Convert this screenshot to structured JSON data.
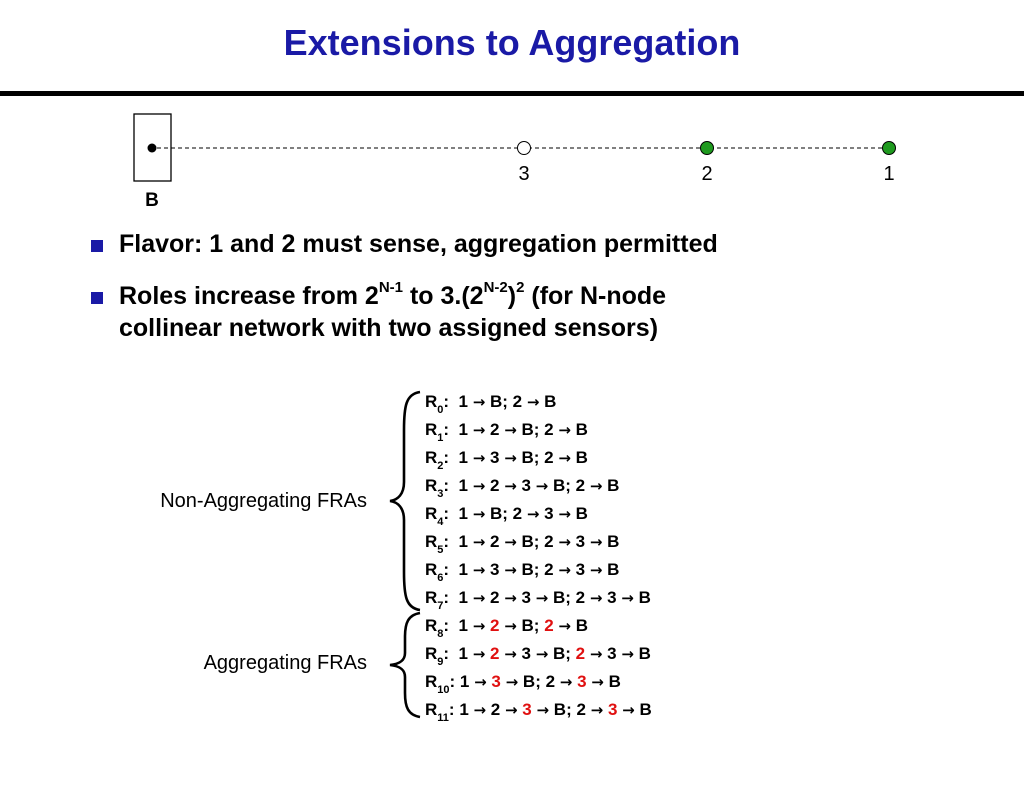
{
  "title": "Extensions to Aggregation",
  "diagram": {
    "base_label": "B",
    "nodes": [
      {
        "label": "3",
        "filled": false
      },
      {
        "label": "2",
        "filled": true
      },
      {
        "label": "1",
        "filled": true
      }
    ],
    "node_fill": "#1f9a1f"
  },
  "bullets": {
    "b1": "Flavor: 1 and 2 must sense, aggregation permitted",
    "b2_part1": "Roles increase from 2",
    "b2_sup1": "N-1",
    "b2_part2": " to 3.(2",
    "b2_sup2": "N-2",
    "b2_part3": ")",
    "b2_sup3": "2",
    "b2_part4": " (for N-node",
    "b2_line2": "collinear network with two assigned sensors)"
  },
  "groups": {
    "non_aggregating": "Non-Aggregating FRAs",
    "aggregating": "Aggregating FRAs"
  },
  "colors": {
    "title": "#1a1aa6",
    "bullet": "#1a1aa6",
    "highlight": "#e01010"
  },
  "roles": [
    {
      "sub": "0",
      "segs": [
        [
          "1 ",
          false
        ],
        [
          "→",
          "a"
        ],
        [
          " B; 2 ",
          false
        ],
        [
          "→",
          "a"
        ],
        [
          " B",
          false
        ]
      ]
    },
    {
      "sub": "1",
      "segs": [
        [
          "1 ",
          false
        ],
        [
          "→",
          "a"
        ],
        [
          " 2 ",
          false
        ],
        [
          "→",
          "a"
        ],
        [
          " B; 2 ",
          false
        ],
        [
          "→",
          "a"
        ],
        [
          " B",
          false
        ]
      ]
    },
    {
      "sub": "2",
      "segs": [
        [
          "1 ",
          false
        ],
        [
          "→",
          "a"
        ],
        [
          " 3 ",
          false
        ],
        [
          "→",
          "a"
        ],
        [
          " B; 2 ",
          false
        ],
        [
          "→",
          "a"
        ],
        [
          " B",
          false
        ]
      ]
    },
    {
      "sub": "3",
      "segs": [
        [
          "1 ",
          false
        ],
        [
          "→",
          "a"
        ],
        [
          " 2 ",
          false
        ],
        [
          "→",
          "a"
        ],
        [
          " 3 ",
          false
        ],
        [
          "→",
          "a"
        ],
        [
          " B; 2 ",
          false
        ],
        [
          "→",
          "a"
        ],
        [
          " B",
          false
        ]
      ]
    },
    {
      "sub": "4",
      "segs": [
        [
          "1 ",
          false
        ],
        [
          "→",
          "a"
        ],
        [
          " B; 2 ",
          false
        ],
        [
          "→",
          "a"
        ],
        [
          " 3 ",
          false
        ],
        [
          "→",
          "a"
        ],
        [
          " B",
          false
        ]
      ]
    },
    {
      "sub": "5",
      "segs": [
        [
          "1 ",
          false
        ],
        [
          "→",
          "a"
        ],
        [
          " 2 ",
          false
        ],
        [
          "→",
          "a"
        ],
        [
          " B; 2 ",
          false
        ],
        [
          "→",
          "a"
        ],
        [
          " 3 ",
          false
        ],
        [
          "→",
          "a"
        ],
        [
          " B",
          false
        ]
      ]
    },
    {
      "sub": "6",
      "segs": [
        [
          "1 ",
          false
        ],
        [
          "→",
          "a"
        ],
        [
          " 3 ",
          false
        ],
        [
          "→",
          "a"
        ],
        [
          " B; 2 ",
          false
        ],
        [
          "→",
          "a"
        ],
        [
          " 3 ",
          false
        ],
        [
          "→",
          "a"
        ],
        [
          " B",
          false
        ]
      ]
    },
    {
      "sub": "7",
      "segs": [
        [
          "1 ",
          false
        ],
        [
          "→",
          "a"
        ],
        [
          " 2 ",
          false
        ],
        [
          "→",
          "a"
        ],
        [
          " 3 ",
          false
        ],
        [
          "→",
          "a"
        ],
        [
          " B; 2 ",
          false
        ],
        [
          "→",
          "a"
        ],
        [
          " 3 ",
          false
        ],
        [
          "→",
          "a"
        ],
        [
          " B",
          false
        ]
      ]
    },
    {
      "sub": "8",
      "segs": [
        [
          "1 ",
          false
        ],
        [
          "→",
          "a"
        ],
        [
          " ",
          false
        ],
        [
          "2",
          true
        ],
        [
          " ",
          false
        ],
        [
          "→",
          "a"
        ],
        [
          " B; ",
          false
        ],
        [
          "2",
          true
        ],
        [
          " ",
          false
        ],
        [
          "→",
          "a"
        ],
        [
          " B",
          false
        ]
      ]
    },
    {
      "sub": "9",
      "segs": [
        [
          "1 ",
          false
        ],
        [
          "→",
          "a"
        ],
        [
          " ",
          false
        ],
        [
          "2",
          true
        ],
        [
          " ",
          false
        ],
        [
          "→",
          "a"
        ],
        [
          " 3 ",
          false
        ],
        [
          "→",
          "a"
        ],
        [
          " B; ",
          false
        ],
        [
          "2",
          true
        ],
        [
          " ",
          false
        ],
        [
          "→",
          "a"
        ],
        [
          " 3 ",
          false
        ],
        [
          "→",
          "a"
        ],
        [
          " B",
          false
        ]
      ]
    },
    {
      "sub": "10",
      "segs": [
        [
          "1 ",
          false
        ],
        [
          "→",
          "a"
        ],
        [
          " ",
          false
        ],
        [
          "3",
          true
        ],
        [
          " ",
          false
        ],
        [
          "→",
          "a"
        ],
        [
          " B; 2 ",
          false
        ],
        [
          "→",
          "a"
        ],
        [
          " ",
          false
        ],
        [
          "3",
          true
        ],
        [
          " ",
          false
        ],
        [
          "→",
          "a"
        ],
        [
          " B",
          false
        ]
      ]
    },
    {
      "sub": "11",
      "segs": [
        [
          "1 ",
          false
        ],
        [
          "→",
          "a"
        ],
        [
          " 2 ",
          false
        ],
        [
          "→",
          "a"
        ],
        [
          " ",
          false
        ],
        [
          "3",
          true
        ],
        [
          " ",
          false
        ],
        [
          "→",
          "a"
        ],
        [
          " B; 2 ",
          false
        ],
        [
          "→",
          "a"
        ],
        [
          " ",
          false
        ],
        [
          "3",
          true
        ],
        [
          " ",
          false
        ],
        [
          "→",
          "a"
        ],
        [
          " B",
          false
        ]
      ]
    }
  ]
}
